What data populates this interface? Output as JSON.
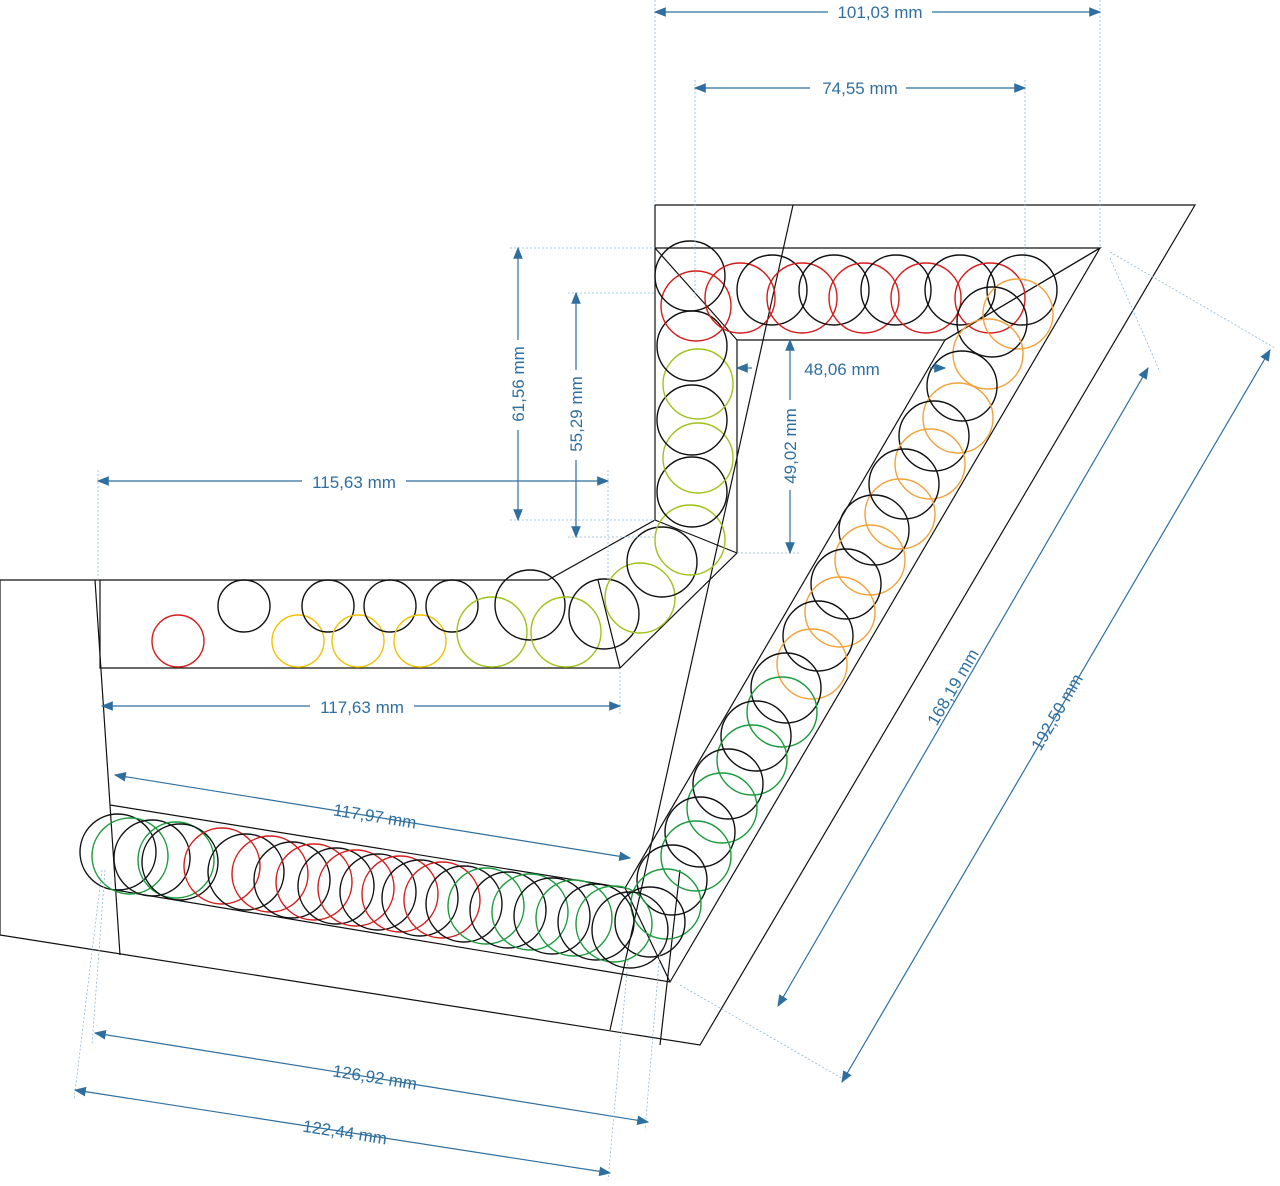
{
  "drawing": {
    "units": "mm",
    "circle_colors": {
      "black": "#111111",
      "red": "#d41c1c",
      "yellow": "#f2c200",
      "lime": "#9fc21a",
      "orange": "#f2a23a",
      "green": "#1a9a3c"
    },
    "dimension_color": "#2f6fa0"
  },
  "dimensions": [
    {
      "label": "101,03 mm"
    },
    {
      "label": "74,55 mm"
    },
    {
      "label": "61,56 mm"
    },
    {
      "label": "55,29 mm"
    },
    {
      "label": "48,06 mm"
    },
    {
      "label": "49,02 mm"
    },
    {
      "label": "115,63 mm"
    },
    {
      "label": "117,63 mm"
    },
    {
      "label": "117,97 mm"
    },
    {
      "label": "168,19 mm"
    },
    {
      "label": "192,50 mm"
    },
    {
      "label": "126,92 mm"
    },
    {
      "label": "122,44 mm"
    }
  ]
}
